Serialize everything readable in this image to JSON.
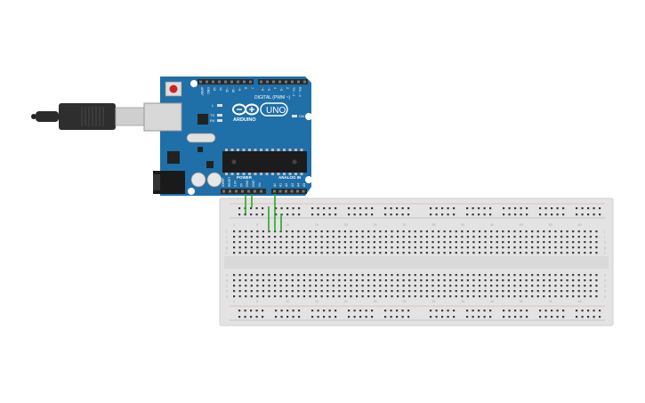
{
  "workspace": {
    "background": "#ffffff"
  },
  "usb_cable": {
    "icon": "usb-b-plug-icon",
    "color": "#2b2b2b"
  },
  "arduino": {
    "brand": "ARDUINO",
    "model": "UNO",
    "digital_header_label": "DIGITAL (PWM ~)",
    "power_label": "POWER",
    "analog_label": "ANALOG IN",
    "digital_pins": [
      "AREF",
      "GND",
      "13",
      "12",
      "~11",
      "~10",
      "~9",
      "8",
      "7",
      "~6",
      "~5",
      "4",
      "~3",
      "2",
      "TX→1",
      "RX←0"
    ],
    "power_pins": [
      "IOREF",
      "RESET",
      "3.3V",
      "5V",
      "GND",
      "GND",
      "Vin"
    ],
    "analog_pins": [
      "A0",
      "A1",
      "A2",
      "A3",
      "A4",
      "A5"
    ],
    "leds": [
      "L",
      "TX",
      "RX",
      "ON"
    ],
    "board_color": "#1f6fa8",
    "header_color": "#2a2a2a"
  },
  "breadboard": {
    "body_color": "#e3e3e3",
    "hole_color": "#3a3a3a",
    "rail_colors": {
      "red": "#d22",
      "blue": "#236"
    },
    "row_letters_top": [
      "j",
      "i",
      "h",
      "g",
      "f"
    ],
    "row_letters_bottom": [
      "e",
      "d",
      "c",
      "b",
      "a"
    ],
    "column_numbers": [
      "1",
      "5",
      "10",
      "15",
      "20",
      "25",
      "30",
      "35",
      "40",
      "45",
      "50",
      "55",
      "60"
    ]
  },
  "wires": {
    "color": "#2aa62a"
  }
}
